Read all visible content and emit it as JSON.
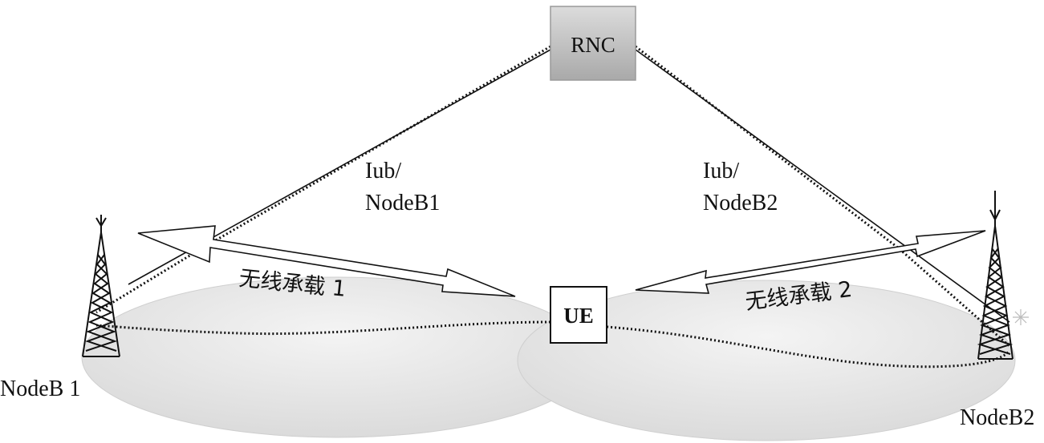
{
  "nodes": {
    "rnc": "RNC",
    "ue": "UE",
    "nodeb1": "NodeB 1",
    "nodeb2": "NodeB2"
  },
  "links": {
    "iub1_line1": "Iub/",
    "iub1_line2": "NodeB1",
    "iub2_line1": "Iub/",
    "iub2_line2": "NodeB2"
  },
  "bearers": {
    "bearer1": "无线承载 1",
    "bearer2": "无线承载 2"
  },
  "colors": {
    "cell_fill": "#e6e6e6",
    "rnc_fill": "#c8c8c8",
    "line": "#111111"
  }
}
